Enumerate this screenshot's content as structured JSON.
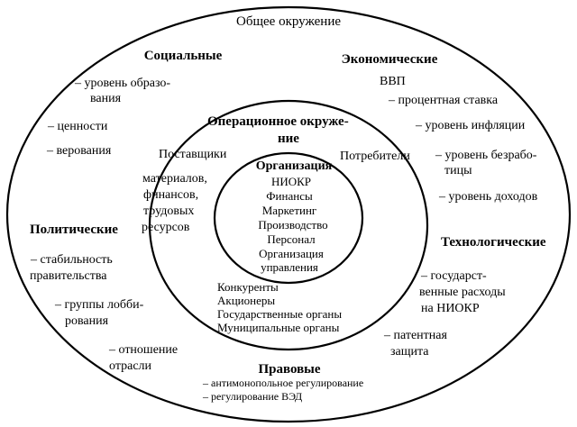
{
  "outer_circle": {
    "title": "Общее окружение"
  },
  "social": {
    "heading": "Социальные",
    "items": [
      [
        "– уровень образо-",
        "вания"
      ],
      [
        "– ценности"
      ],
      [
        "– верования"
      ]
    ]
  },
  "economic": {
    "heading": "Экономические",
    "items": [
      [
        "ВВП"
      ],
      [
        "– процентная ставка"
      ],
      [
        "– уровень инфляции"
      ],
      [
        "– уровень безрабо-",
        "тицы"
      ],
      [
        "– уровень доходов"
      ]
    ]
  },
  "political": {
    "heading": "Политические",
    "items": [
      [
        "– стабильность",
        "правительства"
      ],
      [
        "– группы лобби-",
        "рования"
      ],
      [
        "– отношение",
        "отрасли"
      ]
    ]
  },
  "technological": {
    "heading": "Технологические",
    "items": [
      [
        "– государст-",
        "венные расходы",
        "на НИОКР"
      ],
      [
        "– патентная",
        "защита"
      ]
    ]
  },
  "legal": {
    "heading": "Правовые",
    "items": [
      "– антимонопольное регулирование",
      "– регулирование ВЭД"
    ]
  },
  "operational": {
    "title_lines": [
      "Операционное  окруже-",
      "ние"
    ],
    "suppliers": "Поставщики",
    "resources": [
      "материалов,",
      "финансов,",
      "трудовых",
      "ресурсов"
    ],
    "consumers": "Потребители",
    "others": [
      "Конкуренты",
      "Акционеры",
      "Государственные органы",
      "Муниципальные органы"
    ]
  },
  "organization": {
    "title": "Организация",
    "items": [
      "НИОКР",
      "Финансы",
      "Маркетинг",
      "Производство",
      "Персонал",
      "Организация",
      "управления"
    ]
  },
  "colors": {
    "line": "#000000",
    "background": "#ffffff"
  }
}
